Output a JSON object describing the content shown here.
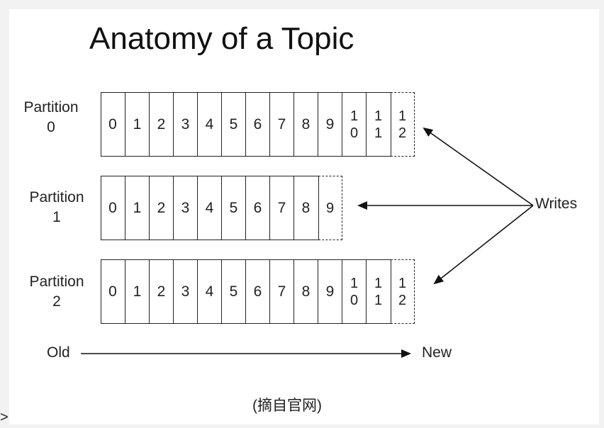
{
  "title": "Anatomy of a Topic",
  "partitions": [
    {
      "label_line1": "Partition",
      "label_line2": "0",
      "cells": [
        "0",
        "1",
        "2",
        "3",
        "4",
        "5",
        "6",
        "7",
        "8",
        "9",
        "1|0",
        "1|1"
      ],
      "next_write": "1|2"
    },
    {
      "label_line1": "Partition",
      "label_line2": "1",
      "cells": [
        "0",
        "1",
        "2",
        "3",
        "4",
        "5",
        "6",
        "7",
        "8"
      ],
      "next_write": "9"
    },
    {
      "label_line1": "Partition",
      "label_line2": "2",
      "cells": [
        "0",
        "1",
        "2",
        "3",
        "4",
        "5",
        "6",
        "7",
        "8",
        "9",
        "1|0",
        "1|1"
      ],
      "next_write": "1|2"
    }
  ],
  "writes_label": "Writes",
  "axis": {
    "old_label": "Old",
    "new_label": "New"
  },
  "caption": "(摘自官网)",
  "corner_glyph": ">"
}
